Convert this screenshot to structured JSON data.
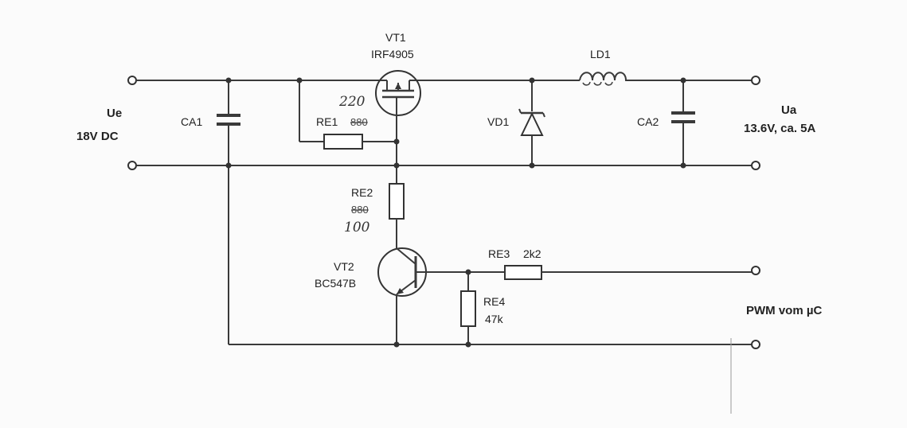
{
  "input": {
    "name": "Ue",
    "value": "18V DC"
  },
  "output": {
    "name": "Ua",
    "value": "13.6V, ca. 5A"
  },
  "pwm_label": "PWM vom µC",
  "components": {
    "vt1": {
      "ref": "VT1",
      "part": "IRF4905",
      "note": "220"
    },
    "ld1": {
      "ref": "LD1"
    },
    "vd1": {
      "ref": "VD1"
    },
    "ca1": {
      "ref": "CA1"
    },
    "ca2": {
      "ref": "CA2"
    },
    "re1": {
      "ref": "RE1",
      "value_struck": "880"
    },
    "re2": {
      "ref": "RE2",
      "value_struck": "880",
      "value_new": "100"
    },
    "vt2": {
      "ref": "VT2",
      "part": "BC547B"
    },
    "re3": {
      "ref": "RE3",
      "value": "2k2"
    },
    "re4": {
      "ref": "RE4",
      "value": "47k"
    }
  }
}
